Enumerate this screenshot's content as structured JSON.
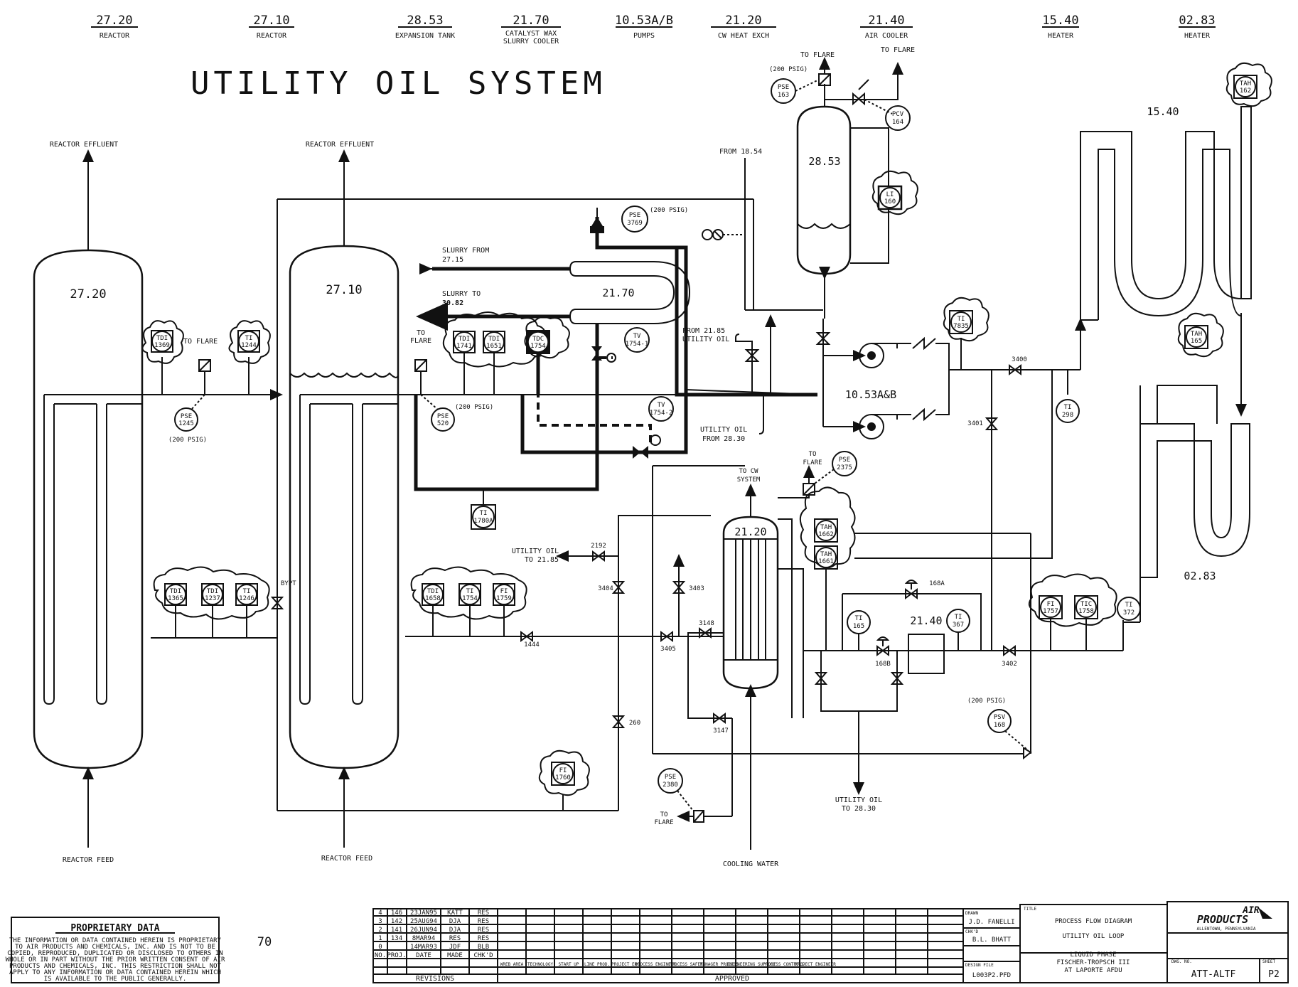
{
  "drawing_title": "UTILITY OIL SYSTEM",
  "header": [
    {
      "num": "27.20",
      "desc": [
        "REACTOR"
      ]
    },
    {
      "num": "27.10",
      "desc": [
        "REACTOR"
      ]
    },
    {
      "num": "28.53",
      "desc": [
        "EXPANSION TANK"
      ]
    },
    {
      "num": "21.70",
      "desc": [
        "CATALYST WAX",
        "SLURRY COOLER"
      ]
    },
    {
      "num": "10.53A/B",
      "desc": [
        "PUMPS"
      ]
    },
    {
      "num": "21.20",
      "desc": [
        "CW HEAT EXCH"
      ]
    },
    {
      "num": "21.40",
      "desc": [
        "AIR COOLER"
      ]
    },
    {
      "num": "15.40",
      "desc": [
        "HEATER"
      ]
    },
    {
      "num": "02.83",
      "desc": [
        "HEATER"
      ]
    }
  ],
  "equipment": {
    "r2720": "27.20",
    "r2710": "27.10",
    "cooler": "21.70",
    "tank": "28.53",
    "pumps": "10.53A&B",
    "hx": "21.20",
    "air": "21.40",
    "h1540": "15.40",
    "h0283": "02.83"
  },
  "streams": {
    "eff1": "REACTOR EFFLUENT",
    "eff2": "REACTOR EFFLUENT",
    "feed1": "REACTOR FEED",
    "feed2": "REACTOR FEED",
    "slurry_from": [
      "SLURRY FROM",
      "27.15"
    ],
    "slurry_to": [
      "SLURRY TO",
      "30.82"
    ],
    "from1854": "FROM 18.54",
    "from2185": [
      "FROM 21.85",
      "UTILITY OIL"
    ],
    "uo_from2830": [
      "UTILITY OIL",
      "FROM 28.30"
    ],
    "uo_to2185": [
      "UTILITY OIL",
      "TO 21.85"
    ],
    "uo_to2830": [
      "UTILITY OIL",
      "TO 28.30"
    ],
    "cw_sys": [
      "TO CW",
      "SYSTEM"
    ],
    "cooling_water": "COOLING WATER",
    "flare": "TO FLARE",
    "flare_b": [
      "TO",
      "FLARE"
    ],
    "flare_c": [
      "TO",
      "FLARE"
    ],
    "flare_d": [
      "TO",
      "FLARE"
    ],
    "psig": "(200 PSIG)",
    "psig_b": "(200 PSIG)",
    "psig_c": "(200 PSIG)",
    "psig_d": "(200 PSIG)",
    "psig_e": "(200 PSIG)"
  },
  "instruments": {
    "pse245": [
      "PSE",
      "1245"
    ],
    "pse520": [
      "PSE",
      "520"
    ],
    "pse3769": [
      "PSE",
      "3769"
    ],
    "pse163": [
      "PSE",
      "163"
    ],
    "pcv164": [
      "PCV",
      "164"
    ],
    "tv1754_1": [
      "TV",
      "1754-1"
    ],
    "tv1754_2": [
      "TV",
      "1754-2"
    ],
    "pse2375": [
      "PSE",
      "2375"
    ],
    "pse2380": [
      "PSE",
      "2380"
    ],
    "psv168": [
      "PSV",
      "168"
    ],
    "ti1780a": [
      "TI",
      "1780A"
    ],
    "ti298": [
      "TI",
      "298"
    ],
    "ti165": [
      "TI",
      "165"
    ],
    "ti367": [
      "TI",
      "367"
    ],
    "ti372": [
      "TI",
      "372"
    ],
    "tdi1369": [
      "TDI",
      "1369"
    ],
    "ti1244": [
      "TI",
      "1244"
    ],
    "tdi1741": [
      "TDI",
      "1741"
    ],
    "tdi1651": [
      "TDI",
      "1651"
    ],
    "tdc1754": [
      "TDC",
      "1754"
    ],
    "li160": [
      "LI",
      "160"
    ],
    "ti7835": [
      "TI",
      "7835"
    ],
    "tah162": [
      "TAH",
      "162"
    ],
    "tah165": [
      "TAH",
      "165"
    ],
    "tdi1365": [
      "TDI",
      "1365"
    ],
    "tdi1237": [
      "TDI",
      "1237"
    ],
    "ti1246": [
      "TI",
      "1246"
    ],
    "tdi1658": [
      "TDI",
      "1658"
    ],
    "ti1754": [
      "TI",
      "1754"
    ],
    "fi1759": [
      "FI",
      "1759"
    ],
    "tah1662": [
      "TAH",
      "1662"
    ],
    "tah1661": [
      "TAH",
      "1661"
    ],
    "fi1757": [
      "FI",
      "1757"
    ],
    "tic1758": [
      "TIC",
      "1758"
    ],
    "fi1760": [
      "FI",
      "1760"
    ]
  },
  "valves": {
    "v3400": "3400",
    "v3401": "3401",
    "v2192": "2192",
    "v3404": "3404",
    "v3403": "3403",
    "v3405": "3405",
    "v3148": "3148",
    "v1444": "1444",
    "v3147": "3147",
    "v260": "260",
    "v168a": "168A",
    "v168b": "168B",
    "v3402": "3402",
    "bypt": "BYPT"
  },
  "footer": {
    "page_num": "70",
    "proprietary_title": "PROPRIETARY DATA",
    "proprietary_text": [
      "THE INFORMATION OR DATA CONTAINED HEREIN IS PROPRIETARY",
      "TO AIR PRODUCTS AND CHEMICALS, INC. AND IS NOT TO BE",
      "COPIED, REPRODUCED, DUPLICATED OR DISCLOSED TO OTHERS IN",
      "WHOLE OR IN PART WITHOUT THE PRIOR WRITTEN CONSENT OF AIR",
      "PRODUCTS AND CHEMICALS, INC. THIS RESTRICTION SHALL NOT",
      "APPLY TO ANY INFORMATION OR DATA CONTAINED HEREIN WHICH",
      "IS AVAILABLE TO THE PUBLIC GENERALLY."
    ],
    "revisions_label": "REVISIONS",
    "approved_label": "APPROVED",
    "rev_headers": [
      "NO.",
      "PROJ.",
      "DATE",
      "MADE",
      "CHK'D"
    ],
    "rev_rows": [
      [
        "4",
        "146",
        "23JAN95",
        "KATT",
        "RES"
      ],
      [
        "3",
        "142",
        "25AUG94",
        "DJA",
        "RES"
      ],
      [
        "2",
        "141",
        "26JUN94",
        "DJA",
        "RES"
      ],
      [
        "1",
        "134",
        "8MAR94",
        "RES",
        "RES"
      ],
      [
        "0",
        "",
        "14MAR93",
        "JDF",
        "BLB"
      ]
    ],
    "appr_headers": [
      "WREB AREA",
      "TECHNOLOGY",
      "START UP",
      "LINE PROD.",
      "PROJECT ENG",
      "PROCESS ENGINEER",
      "PROCESS SAFETY",
      "MANAGER PROCESS",
      "ENGINEERING SUPPORT",
      "PROCESS CONTROLS",
      "PROJECT ENGINEER"
    ],
    "drawn_label": "DRAWN",
    "drawn_by": "J.D. FANELLI",
    "check_label": "CHK'D",
    "check_by": "B.L. BHATT",
    "design_label": "DESIGN FILE",
    "design_file": "L003P2.PFD",
    "title_label": "TITLE",
    "title_lines": [
      "PROCESS FLOW DIAGRAM",
      "UTILITY OIL LOOP",
      "LIQUID PHASE",
      "FISCHER-TROPSCH III",
      "AT LAPORTE AFDU"
    ],
    "logo_text": [
      "AIR",
      "PRODUCTS"
    ],
    "logo_sub": "ALLENTOWN, PENNSYLVANIA",
    "dwg_no_label": "DWG. NO.",
    "dwg_no": "ATT-ALTF",
    "sheet_label": "SHEET",
    "sheet": "P2"
  }
}
